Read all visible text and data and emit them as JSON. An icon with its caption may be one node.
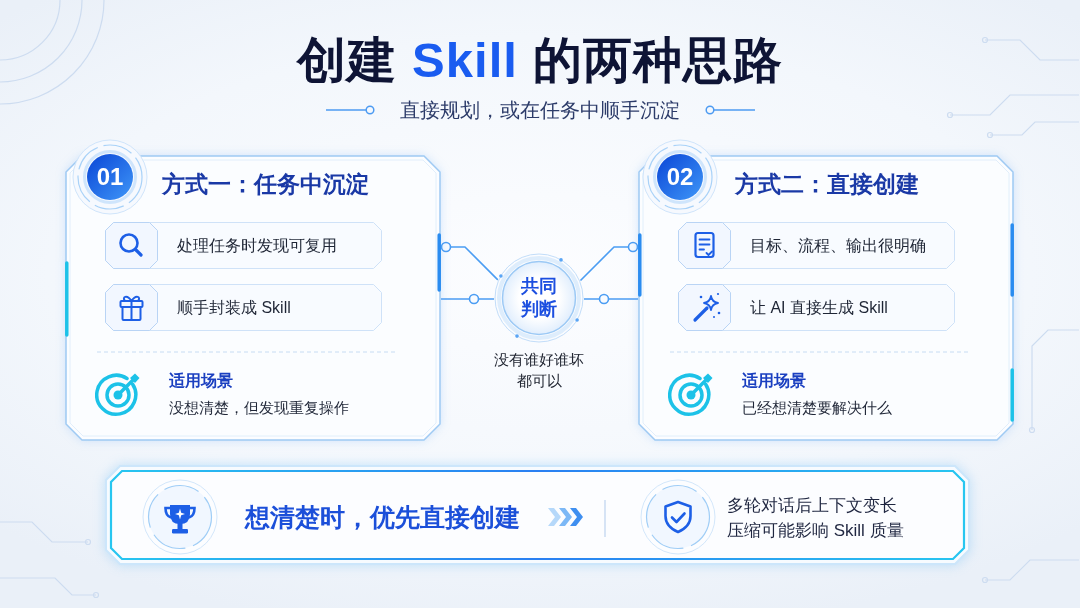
{
  "diagram": {
    "title": "创建 **Skill** 的两种思路",
    "nodes": [
      {
        "text": [
          "01"
        ]
      },
      {
        "text": [
          "方式一：任务中沉淀",
          "适用场景",
          "没想清楚，但发现重复操作"
        ]
      },
      {
        "text": [
          "处理任务时发现可复用"
        ],
        "in": 1
      },
      {
        "text": [
          "顺手封装成 Skill"
        ],
        "in": 1
      },
      {
        "text": [
          "共同判断"
        ],
        "beside": [
          "没有谁好谁坏都可以"
        ]
      },
      {
        "text": [
          "02"
        ]
      },
      {
        "text": [
          "方式二：直接创建",
          "适用场景",
          "已经想清楚要解决什么"
        ]
      },
      {
        "text": [
          "目标、流程、输出很明确"
        ],
        "in": 6
      },
      {
        "text": [
          "让 AI 直接生成 Skill"
        ],
        "in": 6
      },
      {
        "text": [
          "想清楚时，优先直接创建",
          "多轮对话后上下文变长压缩可能影响 Skill 质量"
        ]
      }
    ],
    "edges": [
      {
        "from": 1,
        "to": 4,
        "arrow": "other"
      },
      {
        "from": 1,
        "to": 4,
        "arrow": "none"
      },
      {
        "from": 6,
        "to": 4,
        "arrow": "other"
      },
      {
        "from": 6,
        "to": 4,
        "arrow": "none"
      }
    ],
    "labels": [
      "直接规划，或在任务中顺手沉淀"
    ]
  }
}
